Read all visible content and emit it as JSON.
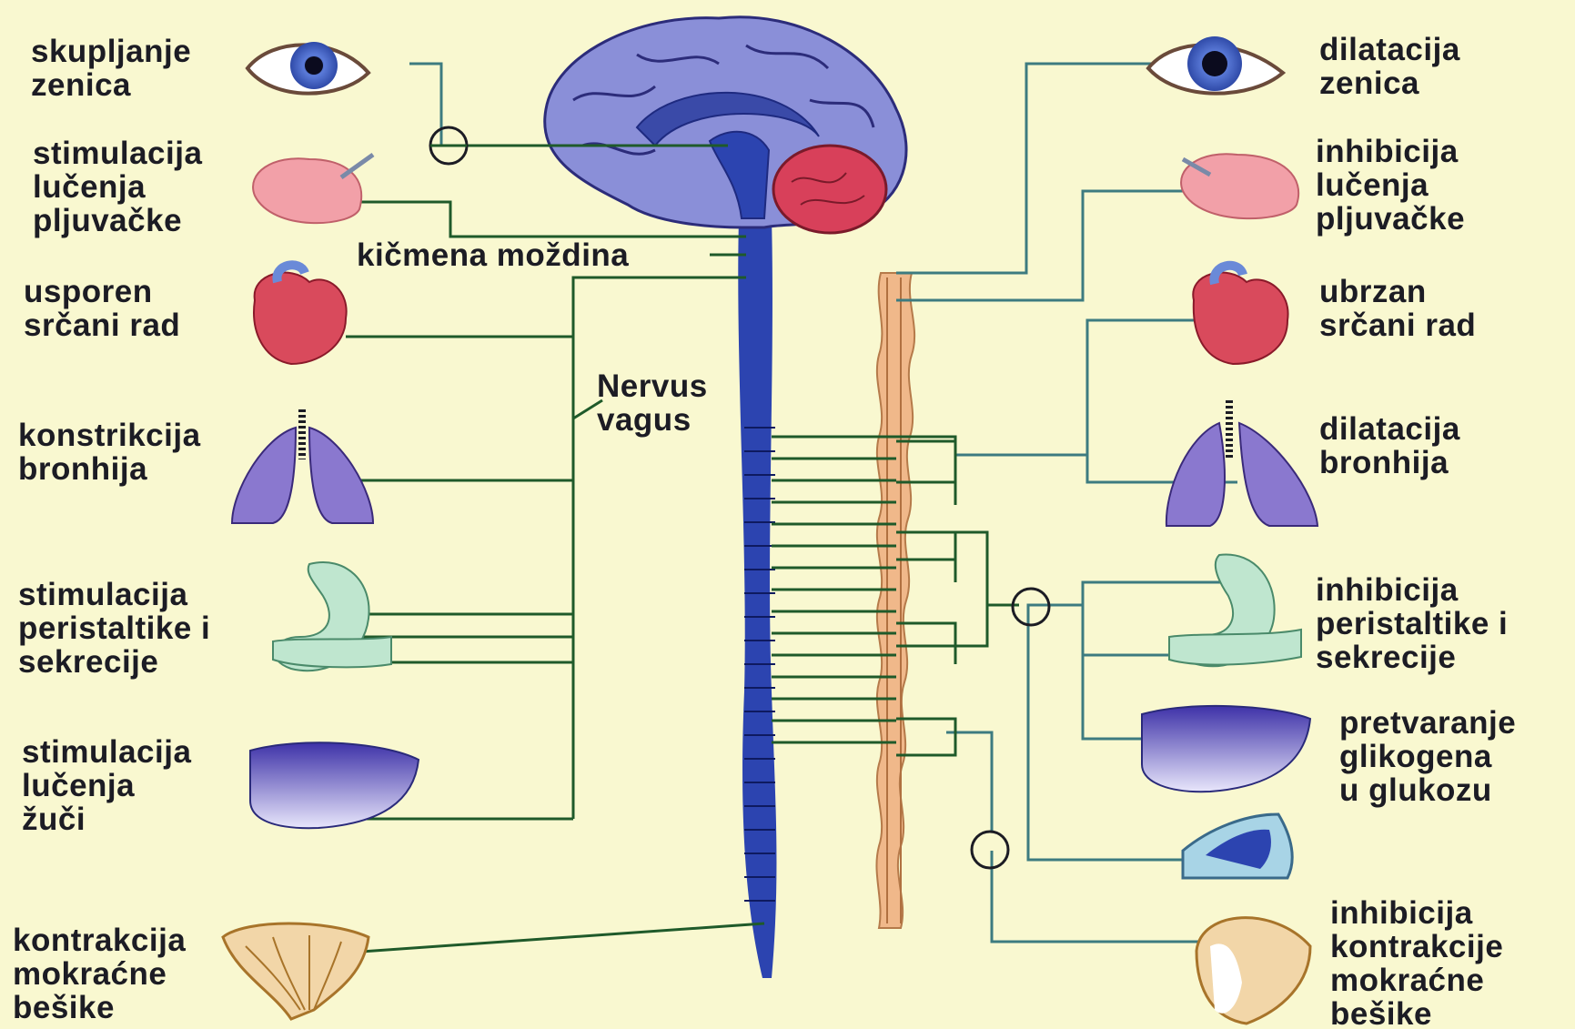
{
  "labels": {
    "l_pupil": "skupljanje\nzenica",
    "l_saliva": "stimulacija\nlučenja\npljuvačke",
    "l_heart": "usporen\nsrčani rad",
    "l_bronchi": "konstrikcija\nbronhija",
    "l_stomach": "stimulacija\nperistaltike i\nsekrecije",
    "l_bile": "stimulacija\nlučenja\nžuči",
    "l_bladder": "kontrakcija\nmokraćne\nbešike",
    "spinal": "kičmena moždina",
    "vagus": "Nervus\nvagus",
    "r_pupil": "dilatacija\nzenica",
    "r_saliva": "inhibicija\nlučenja\npljuvačke",
    "r_heart": "ubrzan\nsrčani rad",
    "r_bronchi": "dilatacija\nbronhija",
    "r_stomach": "inhibicija\nperistaltike i\nsekrecije",
    "r_liver": "pretvaranje\nglikogena\nu glukozu",
    "r_bladder": "inhibicija\nkontrakcije\nmokraćne\nbešike"
  },
  "colors": {
    "background": "#f9f8d0",
    "parasympathetic_nerve": "#1f5a2a",
    "sympathetic_nerve": "#3d7b80",
    "spinal_cord": "#2c44b0",
    "sympathetic_chain": "#f0b88a",
    "brain": "#8a8fd8",
    "cerebellum": "#d8405a",
    "organ_red": "#d94a5c",
    "organ_violet": "#8a78cf",
    "organ_green": "#bfe6cf",
    "liver": "#5a48b8"
  },
  "icons": [
    "eye-icon",
    "salivary-gland-icon",
    "heart-icon",
    "lungs-icon",
    "stomach-icon",
    "liver-icon",
    "bladder-icon",
    "adrenal-gland-icon",
    "ganglion-icon"
  ]
}
